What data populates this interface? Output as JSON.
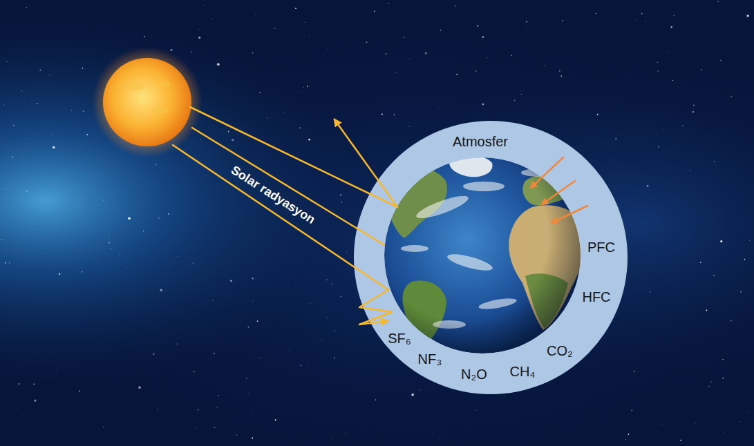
{
  "diagram": {
    "nodes": [
      {
        "text": [
          "Atmosfer",
          "PFC",
          "HFC",
          "CO₂",
          "CH₄",
          "N₂O",
          "NF₃",
          "SF₆"
        ]
      }
    ],
    "labels": [
      "Solar radyasyon"
    ]
  }
}
